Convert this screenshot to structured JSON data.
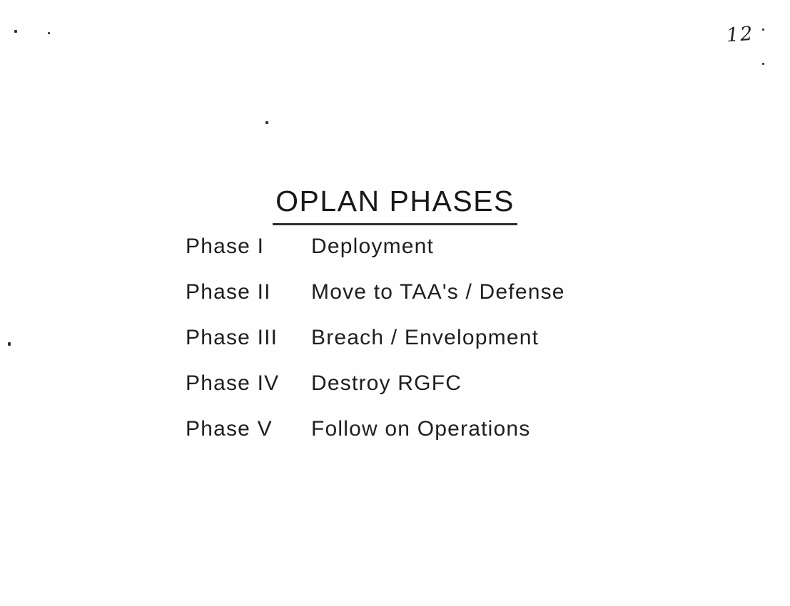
{
  "page": {
    "page_number": "12",
    "title": "OPLAN PHASES",
    "phases": [
      {
        "label": "Phase I",
        "description": "Deployment"
      },
      {
        "label": "Phase II",
        "description": "Move to TAA's / Defense"
      },
      {
        "label": "Phase III",
        "description": "Breach / Envelopment"
      },
      {
        "label": "Phase IV",
        "description": "Destroy RGFC"
      },
      {
        "label": "Phase V",
        "description": "Follow on Operations"
      }
    ]
  }
}
